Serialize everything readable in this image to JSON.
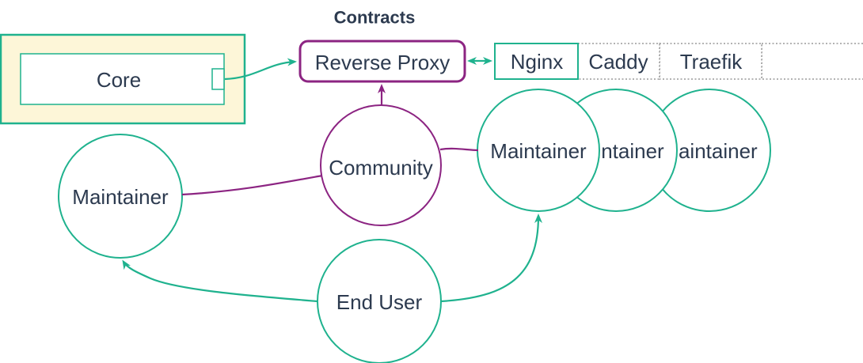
{
  "title": "Contracts",
  "colors": {
    "teal": "#1FB28E",
    "purple": "#8C2482",
    "text": "#2C3A4F",
    "yellow_fill": "#FDF6D8",
    "dotted_gray": "#999999"
  },
  "nodes": {
    "core_group": {
      "type": "group",
      "fill": "#FDF6D8"
    },
    "core": {
      "label": "Core"
    },
    "reverse_proxy": {
      "label": "Reverse Proxy"
    },
    "community": {
      "label": "Community"
    },
    "maintainer_left": {
      "label": "Maintainer"
    },
    "maintainers_right": [
      "Maintainer",
      "Maintainer",
      "Maintainer"
    ],
    "end_user": {
      "label": "End User"
    }
  },
  "proxy_row": {
    "cells": [
      {
        "label": "Nginx",
        "style": "solid-teal"
      },
      {
        "label": "Caddy",
        "style": "dotted"
      },
      {
        "label": "Traefik",
        "style": "dotted"
      },
      {
        "label": "",
        "style": "dotted"
      }
    ]
  },
  "edges": [
    {
      "from": "Core",
      "to": "Reverse Proxy",
      "color": "teal",
      "arrow": "end"
    },
    {
      "from": "Reverse Proxy",
      "to": "Nginx",
      "color": "teal",
      "arrow": "both"
    },
    {
      "from": "Community",
      "to": "Reverse Proxy",
      "color": "purple",
      "arrow": "end"
    },
    {
      "from": "Community",
      "to": "Maintainer (left)",
      "color": "purple",
      "arrow": "none"
    },
    {
      "from": "Community",
      "to": "Maintainer (right)",
      "color": "purple",
      "arrow": "none"
    },
    {
      "from": "End User",
      "to": "Maintainer (left)",
      "color": "teal",
      "arrow": "end"
    },
    {
      "from": "End User",
      "to": "Maintainer (right)",
      "color": "teal",
      "arrow": "end"
    }
  ]
}
